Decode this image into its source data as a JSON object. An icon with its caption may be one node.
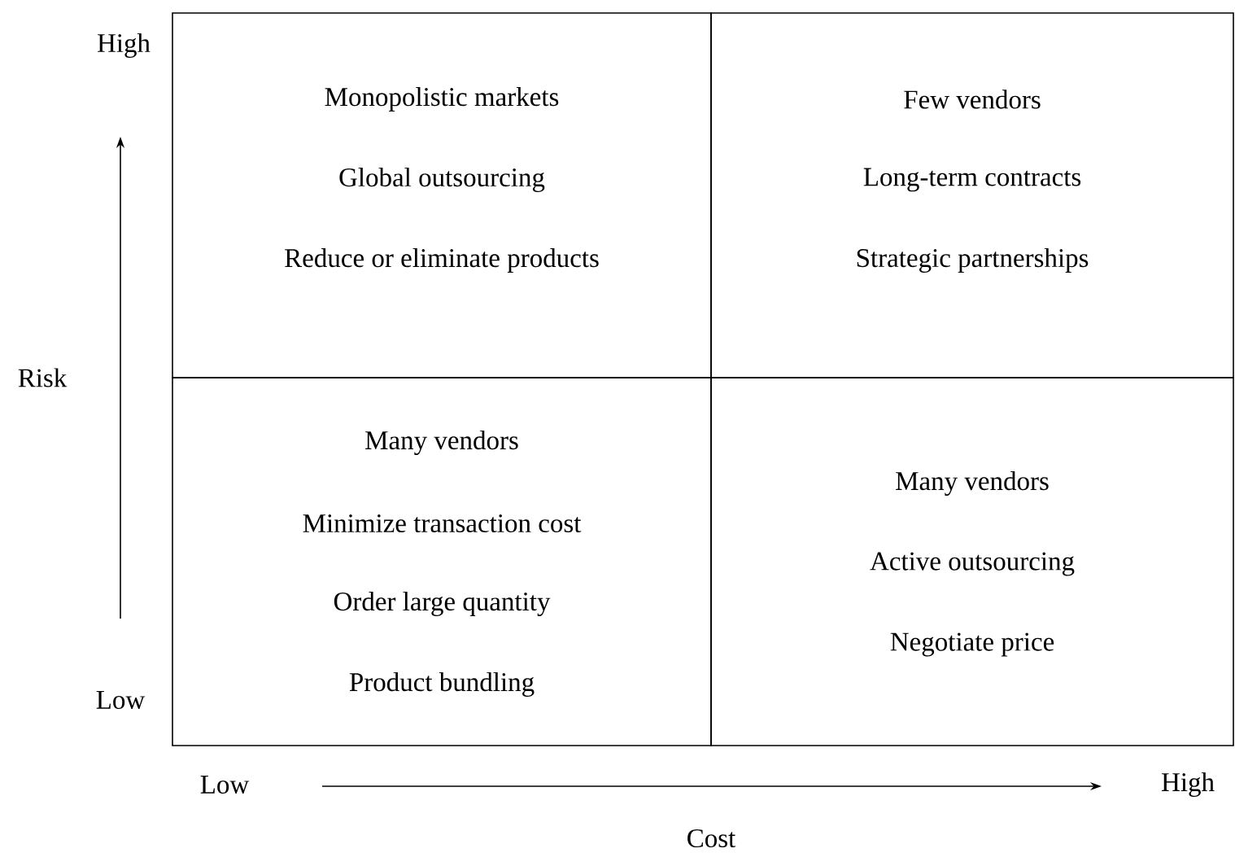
{
  "diagram": {
    "nodes": [
      {
        "text": [
          "Monopolistic markets",
          "Global outsourcing",
          "Reduce or eliminate products"
        ]
      },
      {
        "text": [
          "Few vendors",
          "Long-term contracts",
          "Strategic partnerships"
        ]
      },
      {
        "text": [
          "Many vendors",
          "Minimize transaction cost",
          "Order large quantity",
          "Product bundling"
        ]
      },
      {
        "text": [
          "Many vendors",
          "Active outsourcing",
          "Negotiate price"
        ]
      }
    ],
    "labels": [
      "High",
      "Risk",
      "Low",
      "Low",
      "High",
      "Cost"
    ]
  }
}
